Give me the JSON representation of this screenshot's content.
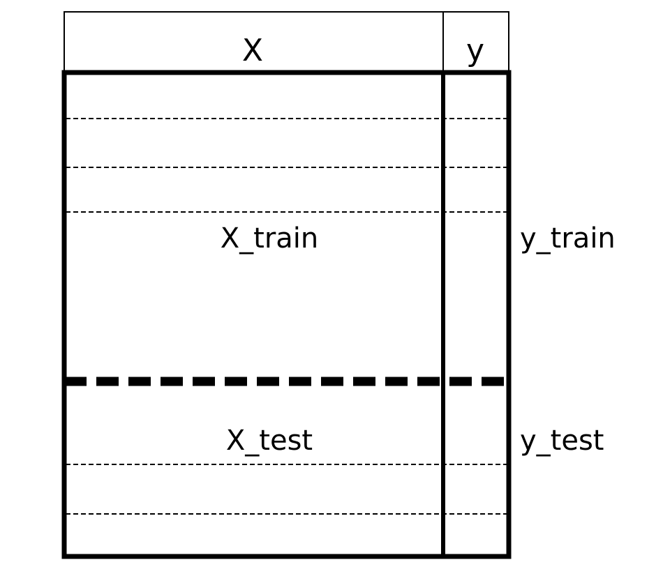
{
  "diagram": {
    "header": {
      "features_label": "X",
      "target_label": "y"
    },
    "train": {
      "features_label": "X_train",
      "target_label": "y_train"
    },
    "test": {
      "features_label": "X_test",
      "target_label": "y_test"
    },
    "colors": {
      "stroke": "#000000",
      "background": "#ffffff"
    }
  }
}
